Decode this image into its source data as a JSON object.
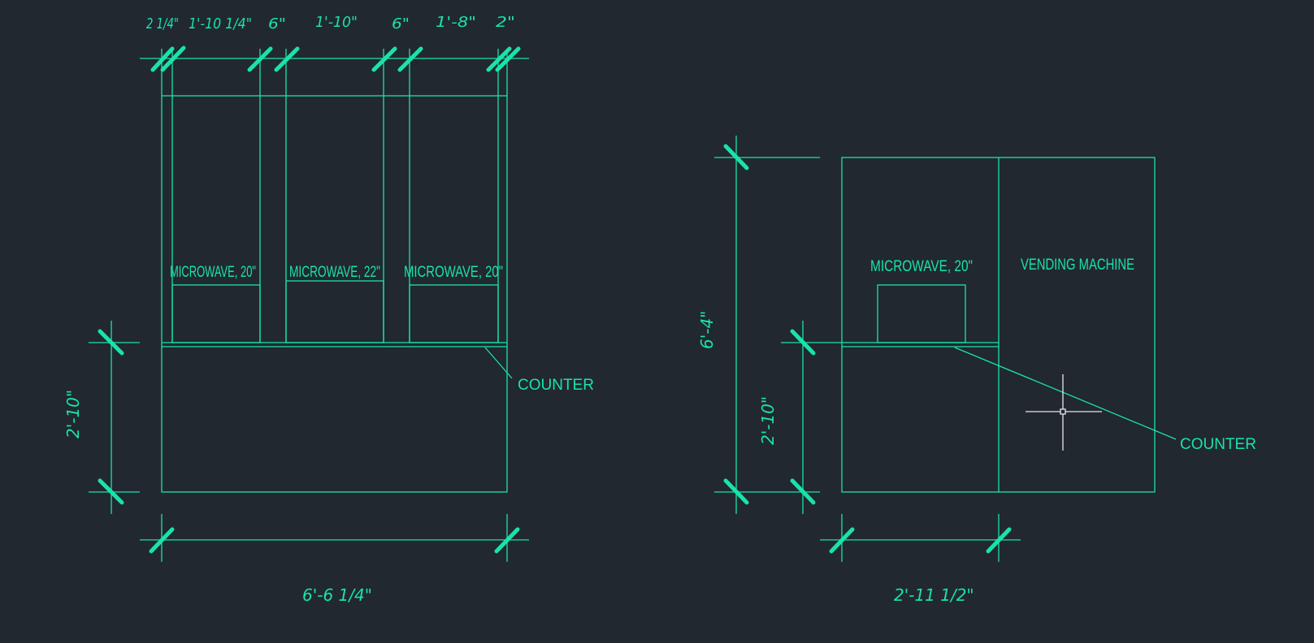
{
  "left_elevation": {
    "top_dims": [
      "2 1/4\"",
      "1'-10 1/4\"",
      "6\"",
      "1'-10\"",
      "6\"",
      "1'-8\"",
      "2\""
    ],
    "height_dim": "2'-10\"",
    "width_dim": "6'-6 1/4\"",
    "labels": [
      "MICROWAVE, 20\"",
      "MICROWAVE, 22\"",
      "MICROWAVE, 20\""
    ],
    "counter_label": "COUNTER"
  },
  "right_elevation": {
    "overall_height_dim": "6'-4\"",
    "counter_height_dim": "2'-10\"",
    "width_dim": "2'-11 1/2\"",
    "microwave_label": "MICROWAVE, 20\"",
    "vending_label": "VENDING MACHINE",
    "counter_label": "COUNTER"
  },
  "colors": {
    "background": "#212830",
    "linework": "#19e3a8",
    "cursor": "#e8e8e8"
  }
}
